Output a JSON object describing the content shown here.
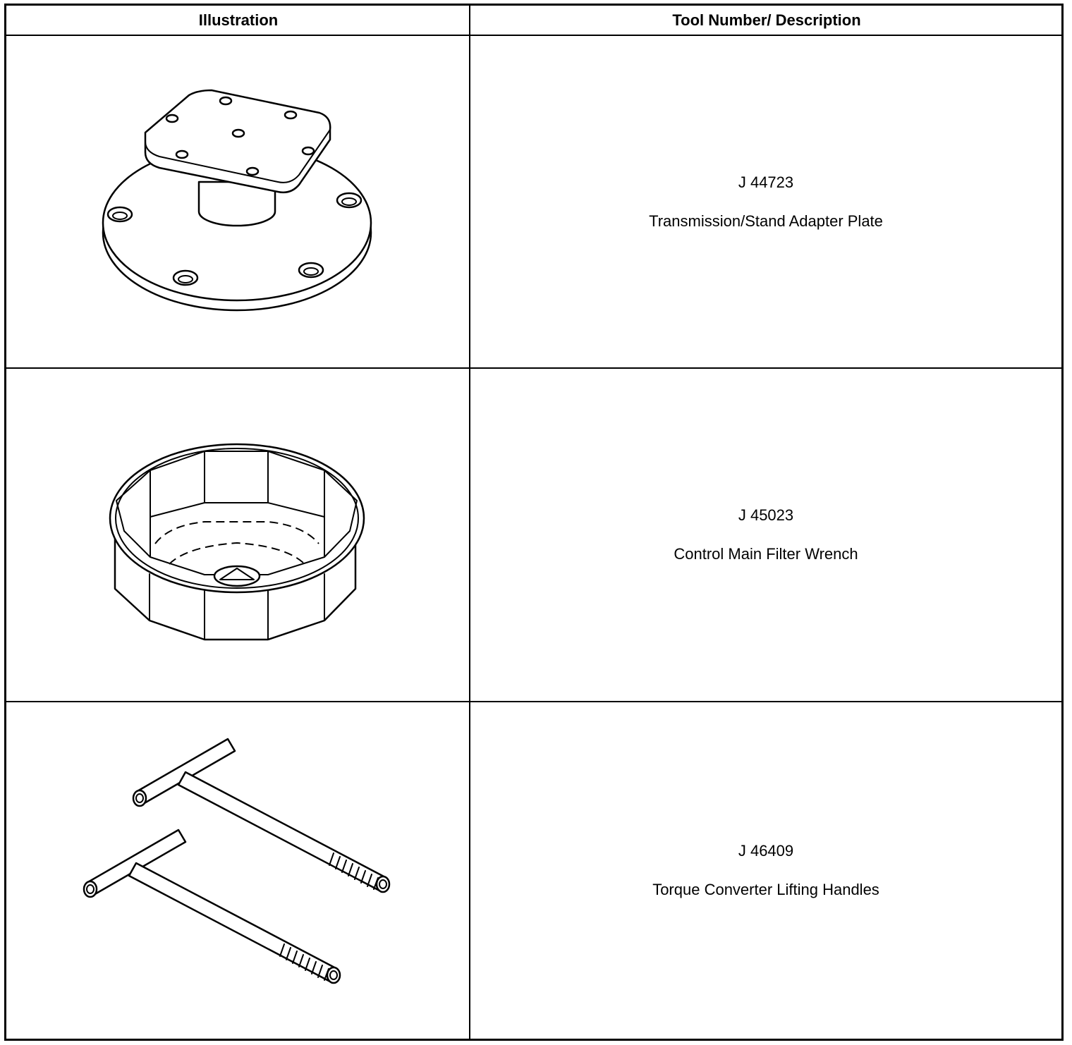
{
  "table": {
    "headers": {
      "illustration": "Illustration",
      "tool": "Tool Number/ Description"
    },
    "rows": [
      {
        "number": "J 44723",
        "description": "Transmission/Stand Adapter Plate",
        "illustration_icon": "adapter-plate-icon"
      },
      {
        "number": "J 45023",
        "description": "Control Main Filter Wrench",
        "illustration_icon": "filter-wrench-icon"
      },
      {
        "number": "J 46409",
        "description": "Torque Converter Lifting Handles",
        "illustration_icon": "lifting-handles-icon"
      }
    ]
  }
}
